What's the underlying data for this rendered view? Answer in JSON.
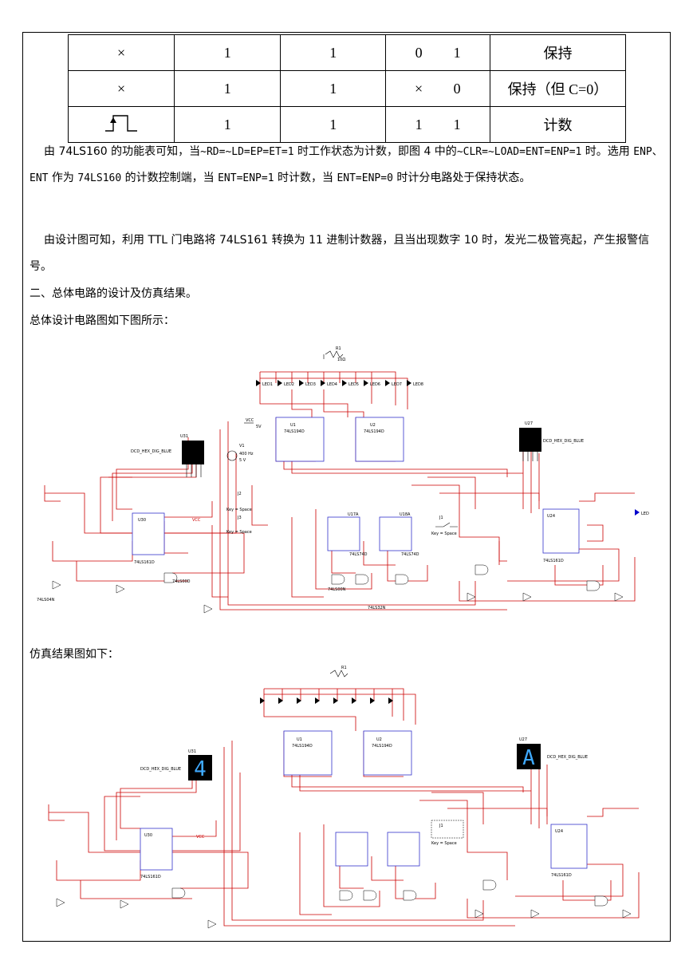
{
  "table": {
    "rows": [
      {
        "c1": "×",
        "c1_icon": "",
        "c2": "1",
        "c3": "1",
        "c4a": "0",
        "c4b": "1",
        "c5": "保持"
      },
      {
        "c1": "×",
        "c1_icon": "",
        "c2": "1",
        "c3": "1",
        "c4a": "×",
        "c4b": "0",
        "c5": "保持（但 C=0）"
      },
      {
        "c1": "",
        "c1_icon": "rising-edge-clock-icon",
        "c2": "1",
        "c3": "1",
        "c4a": "1",
        "c4b": "1",
        "c5": "计数"
      }
    ]
  },
  "text": {
    "p1_a": "由 ",
    "p1_b": "74LS160",
    "p1_c": " 的功能表可知，当",
    "p1_d": "~RD=~LD=EP=ET=1",
    "p1_e": " 时工作状态为计数，即图 4 中的",
    "p1_f": "~CLR=~LOAD=ENT=ENP=1",
    "p1_g": " 时。选用 ",
    "p1_h": "ENP、ENT",
    "p1_i": " 作为 ",
    "p1_j": "74LS160",
    "p1_k": " 的计数控制端，当 ",
    "p1_l": "ENT=ENP=1",
    "p1_m": " 时计数，当 ",
    "p1_n": "ENT=ENP=0",
    "p1_o": " 时计分电路处于保持状态。",
    "p2": "由设计图可知，利用 TTL 门电路将 74LS161 转换为 11 进制计数器，且当出现数字 10 时，发光二极管亮起，产生报警信号。",
    "h2": "二、总体电路的设计及仿真结果。",
    "p3": "总体设计电路图如下图所示：",
    "p4": "仿真结果图如下："
  },
  "schematic1": {
    "labels": {
      "r1": "R1",
      "r1v": "10Ω",
      "leds": [
        "LED1",
        "LED2",
        "LED3",
        "LED4",
        "LED5",
        "LED6",
        "LED7",
        "LED8"
      ],
      "u1": "U1",
      "u1p": "74LS194D",
      "u2": "U2",
      "u2p": "74LS194D",
      "vcc": "VCC",
      "v5": "5V",
      "v1": "V1",
      "v1f": "400 Hz",
      "v1a": "5 V",
      "u31": "U31",
      "dcd1": "DCD_HEX_DIG_BLUE",
      "u27": "U27",
      "dcd2": "DCD_HEX_DIG_BLUE",
      "j1": "J1",
      "j2": "J2",
      "j3": "J3",
      "key1": "Key = Space",
      "key2": "Key = Space",
      "key3": "Key = Space",
      "u30": "U30",
      "u30p": "74LS161D",
      "u24": "U24",
      "u24p": "74LS161D",
      "u17": "U17A",
      "u17p": "74LS74D",
      "u18": "U18A",
      "u18p": "74LS74D",
      "g1": "74LS00N",
      "g2": "74LS32N",
      "g3": "74LS00D",
      "g4": "74LS04N",
      "led": "LED",
      "vccnet": "VCC"
    },
    "digit": ""
  },
  "schematic2": {
    "labels": {
      "r1": "R1",
      "u1": "U1",
      "u1p": "74LS194D",
      "u2": "U2",
      "u2p": "74LS194D",
      "u31": "U31",
      "dcd1": "DCD_HEX_DIG_BLUE",
      "u27": "U27",
      "dcd2": "DCD_HEX_DIG_BLUE",
      "u30": "U30",
      "u30p": "74LS161D",
      "u24": "U24",
      "u24p": "74LS161D",
      "j1": "J1",
      "key": "Key = Space",
      "vccnet": "VCC"
    },
    "digit_left": "4",
    "digit_right": "A"
  }
}
